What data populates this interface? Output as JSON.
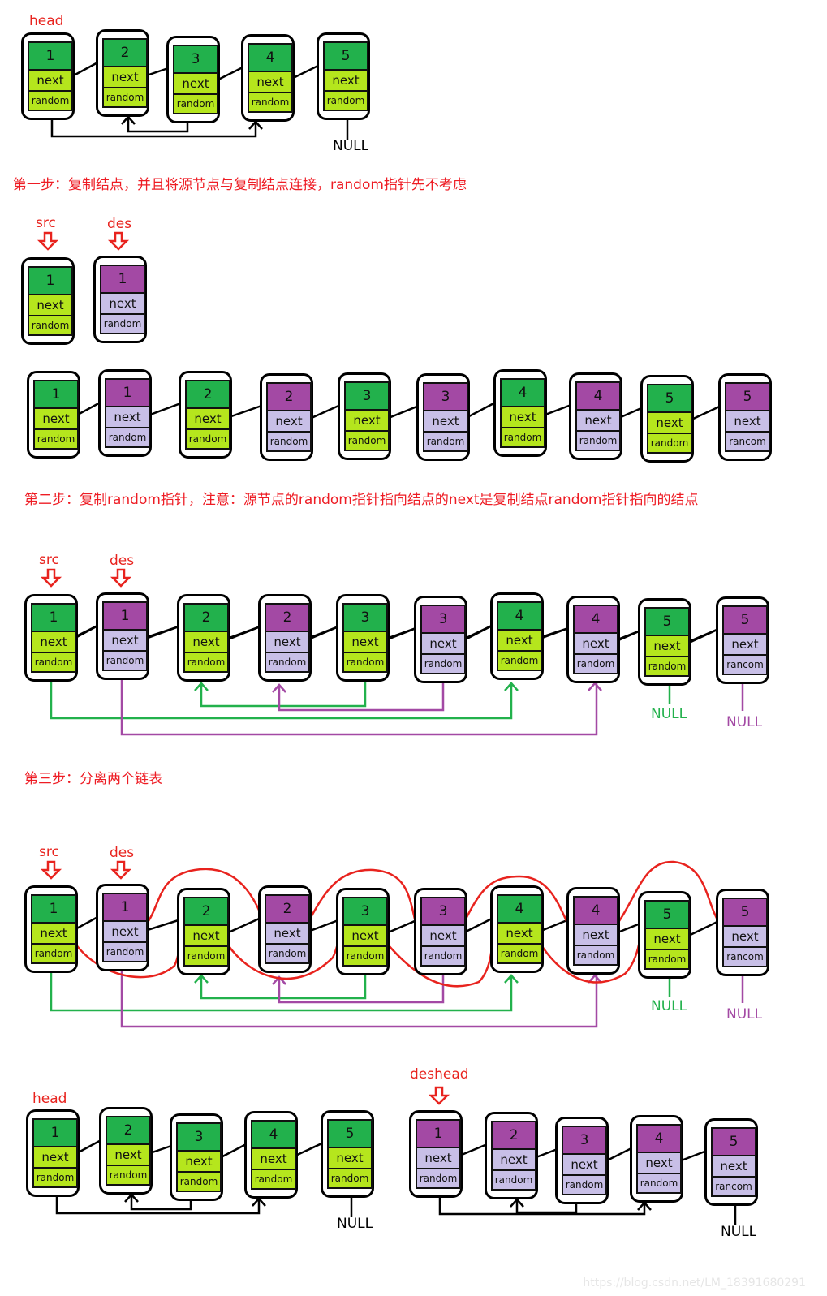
{
  "labels": {
    "head": "head",
    "src": "src",
    "des": "des",
    "deshead": "deshead",
    "null": "NULL",
    "next": "next",
    "random": "random"
  },
  "steps": [
    "第一步：复制结点，并且将源节点与复制结点连接，random指针先不考虑",
    "第二步：复制random指针，注意：源节点的random指针指向结点的next是复制结点random指针指向的结点",
    "第三步：分离两个链表"
  ],
  "rows": [
    {
      "nodes": [
        {
          "v": "1",
          "k": "src"
        },
        {
          "v": "2",
          "k": "src"
        },
        {
          "v": "3",
          "k": "src"
        },
        {
          "v": "4",
          "k": "src"
        },
        {
          "v": "5",
          "k": "src"
        }
      ]
    },
    {
      "nodes": [
        {
          "v": "1",
          "k": "src"
        },
        {
          "v": "1",
          "k": "des"
        }
      ]
    },
    {
      "nodes": [
        {
          "v": "1",
          "k": "src"
        },
        {
          "v": "1",
          "k": "des"
        },
        {
          "v": "2",
          "k": "src"
        },
        {
          "v": "2",
          "k": "des"
        },
        {
          "v": "3",
          "k": "src"
        },
        {
          "v": "3",
          "k": "des"
        },
        {
          "v": "4",
          "k": "src"
        },
        {
          "v": "4",
          "k": "des"
        },
        {
          "v": "5",
          "k": "src"
        },
        {
          "v": "5",
          "k": "des",
          "r": "rancom"
        }
      ]
    },
    {
      "nodes": [
        {
          "v": "1",
          "k": "src"
        },
        {
          "v": "1",
          "k": "des"
        },
        {
          "v": "2",
          "k": "src"
        },
        {
          "v": "2",
          "k": "des"
        },
        {
          "v": "3",
          "k": "src"
        },
        {
          "v": "3",
          "k": "des"
        },
        {
          "v": "4",
          "k": "src"
        },
        {
          "v": "4",
          "k": "des"
        },
        {
          "v": "5",
          "k": "src"
        },
        {
          "v": "5",
          "k": "des",
          "r": "rancom"
        }
      ]
    },
    {
      "nodes": [
        {
          "v": "1",
          "k": "src"
        },
        {
          "v": "1",
          "k": "des"
        },
        {
          "v": "2",
          "k": "src"
        },
        {
          "v": "2",
          "k": "des"
        },
        {
          "v": "3",
          "k": "src"
        },
        {
          "v": "3",
          "k": "des"
        },
        {
          "v": "4",
          "k": "src"
        },
        {
          "v": "4",
          "k": "des"
        },
        {
          "v": "5",
          "k": "src"
        },
        {
          "v": "5",
          "k": "des",
          "r": "rancom"
        }
      ]
    },
    {
      "nodes": [
        {
          "v": "1",
          "k": "src"
        },
        {
          "v": "2",
          "k": "src"
        },
        {
          "v": "3",
          "k": "src"
        },
        {
          "v": "4",
          "k": "src"
        },
        {
          "v": "5",
          "k": "src"
        }
      ]
    },
    {
      "nodes": [
        {
          "v": "1",
          "k": "des"
        },
        {
          "v": "2",
          "k": "des"
        },
        {
          "v": "3",
          "k": "des"
        },
        {
          "v": "4",
          "k": "des"
        },
        {
          "v": "5",
          "k": "des",
          "r": "rancom"
        }
      ]
    }
  ],
  "watermark": "https://blog.csdn.net/LM_18391680291",
  "colors": {
    "value_src": "#22b14c",
    "field_src": "#b5e61d",
    "value_des": "#a349a4",
    "field_des": "#c8bfe7",
    "label": "#e8231e",
    "green_line": "#22b14c",
    "purple_line": "#a349a4",
    "red_line": "#e8231e"
  }
}
